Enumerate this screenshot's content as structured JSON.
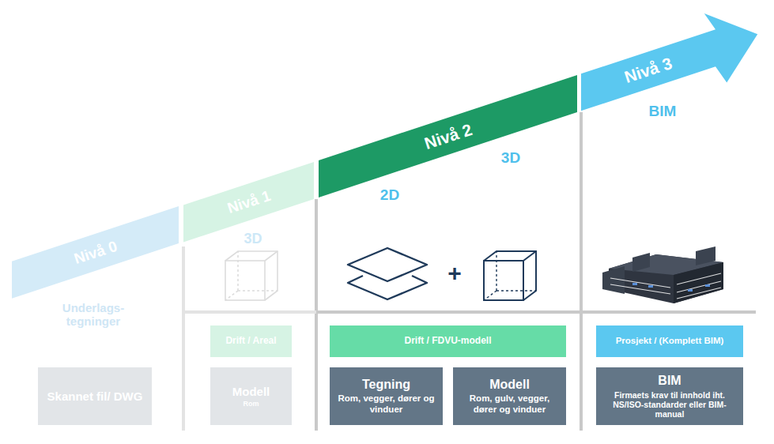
{
  "diagram": {
    "nodes": [
      {
        "text": [
          "Nivå 0"
        ]
      },
      {
        "text": [
          "Nivå 1"
        ]
      },
      {
        "text": [
          "Nivå 2"
        ]
      },
      {
        "text": [
          "Nivå 3"
        ]
      },
      {
        "text": [
          "Skannet fil/ DWG"
        ]
      },
      {
        "text": [
          "Drift / Areal"
        ]
      },
      {
        "text": [
          "Modell",
          "Rom"
        ]
      },
      {
        "text": [
          "Drift / FDVU-modell"
        ]
      },
      {
        "text": [
          "Tegning",
          "Rom, vegger, dører og vinduer"
        ]
      },
      {
        "text": [
          "Modell",
          "Rom, gulv, vegger, dører og vinduer"
        ]
      },
      {
        "text": [
          "Prosjekt / (Komplett BIM)"
        ]
      },
      {
        "text": [
          "BIM",
          "Firmaets krav til innhold iht. NS/ISO-standarder eller BIM-manual"
        ]
      }
    ],
    "labels": [
      "Underlags- tegninger",
      "3D",
      "2D",
      "3D",
      "BIM",
      "+"
    ]
  }
}
